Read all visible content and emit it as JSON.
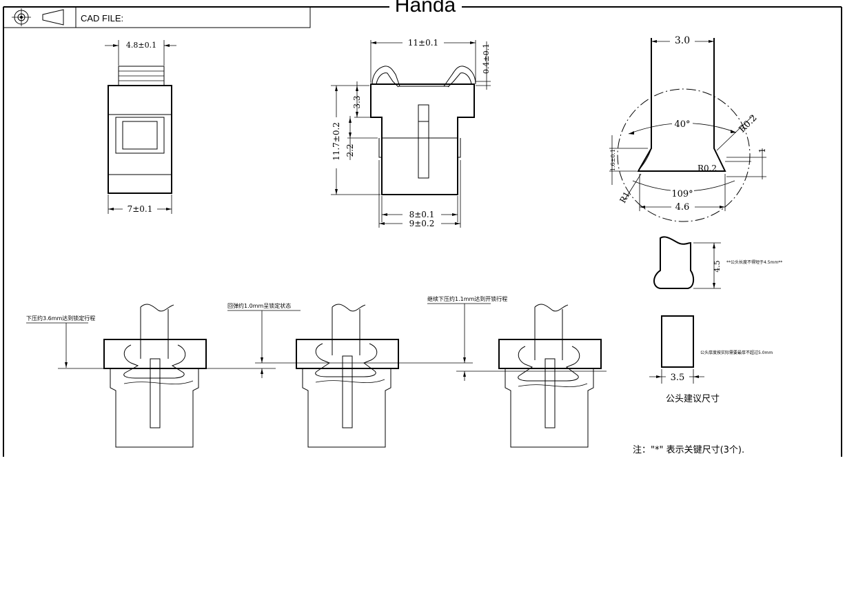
{
  "title_block": {
    "cad_label": "CAD FILE:",
    "brand": "Handa"
  },
  "top_view": {
    "dim_top": "4.8±0.1",
    "dim_bottom": "7±0.1"
  },
  "front_view": {
    "dim_top": "11±0.1",
    "dim_gap": "0.4±0.1",
    "dim_height": "11.7±0.2",
    "dim_upper": "3.3",
    "dim_lower": "2.2",
    "dim_inner_width": "8±0.1",
    "dim_outer_width": "9±0.2"
  },
  "detail_view": {
    "dim_width_top": "3.0",
    "angle_top": "40°",
    "radius_right": "R0.2",
    "radius_inner": "R0.2",
    "dim_right": "1",
    "dim_left": "1.6±0.1",
    "radius_left": "R1",
    "angle_bottom": "109°",
    "dim_width_bottom": "4.6"
  },
  "male_side": {
    "dim_height": "4.5",
    "note": "**公头长度不得短于4.5mm**"
  },
  "male_front": {
    "dim_width": "3.5",
    "note": "公头厚度按实际需要最厚不超过5.0mm",
    "caption": "公头建议尺寸"
  },
  "stages": [
    {
      "label": "下压约3.6mm达到锁定行程"
    },
    {
      "label": "回弹约1.0mm呈锁定状态"
    },
    {
      "label": "继续下压约1.1mm达到开锁行程"
    }
  ],
  "footnote": "注：\"*\" 表示关键尺寸(3个)."
}
